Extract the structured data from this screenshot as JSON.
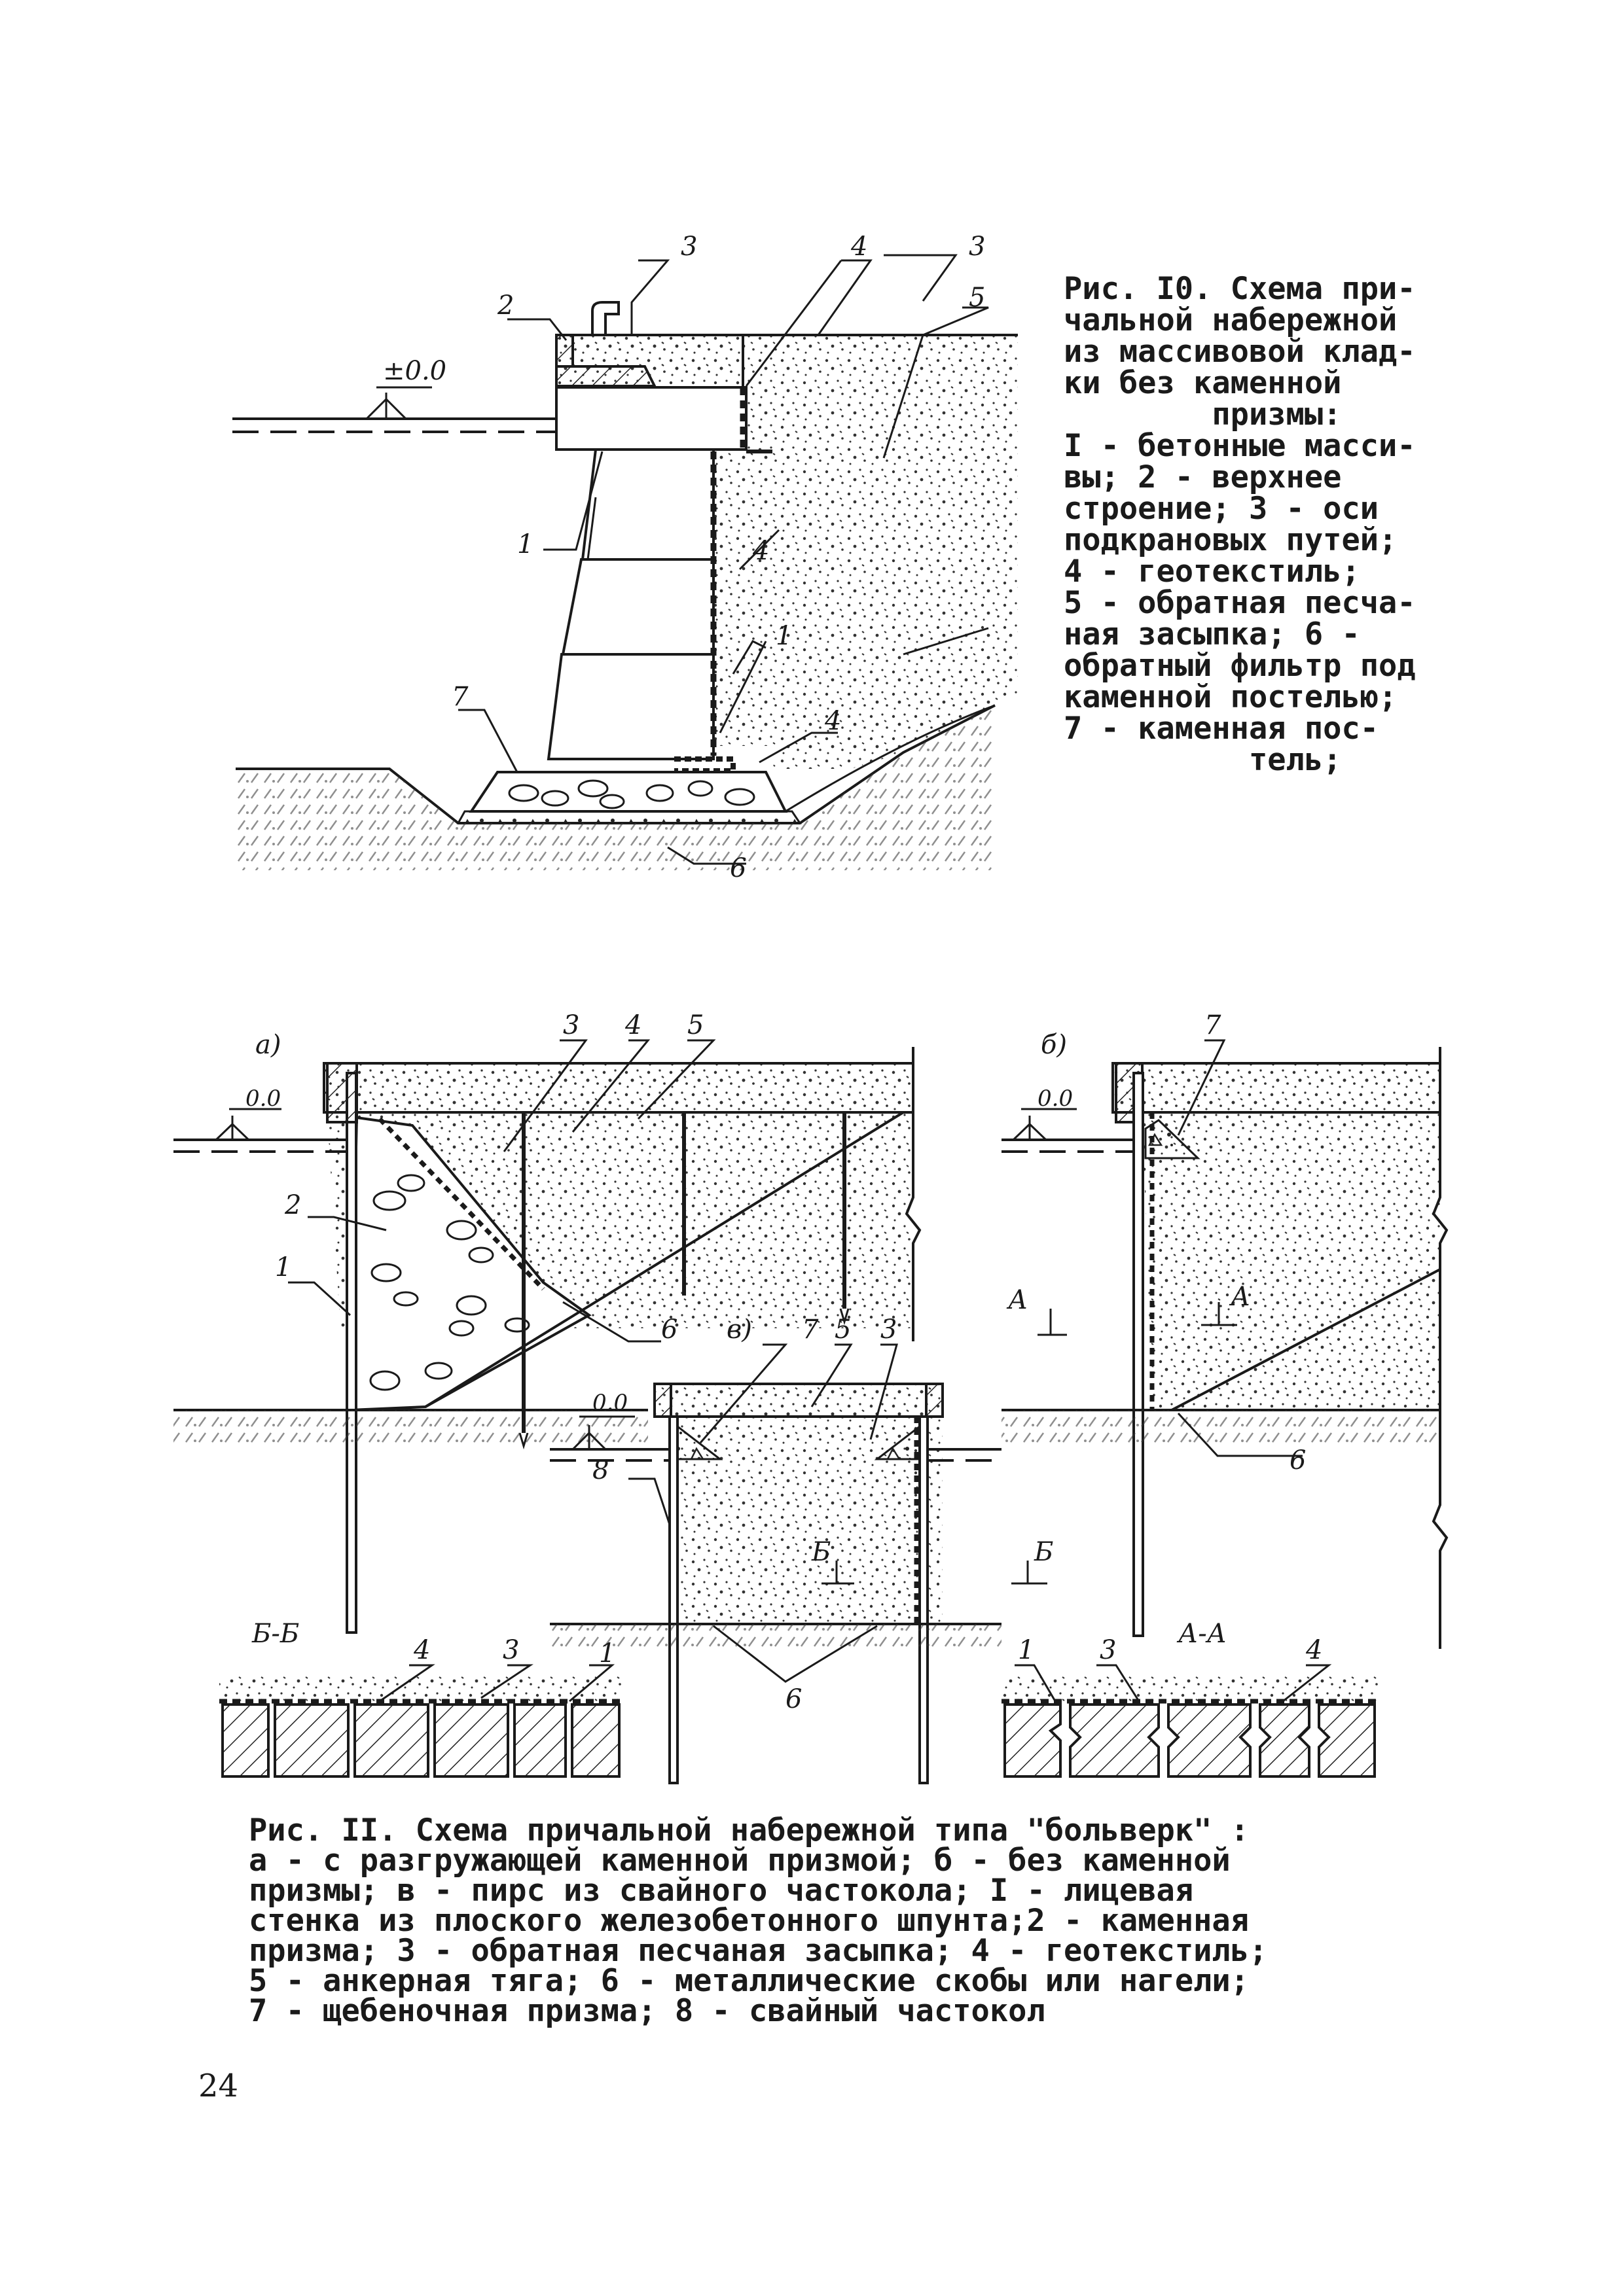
{
  "fig10": {
    "caption_lines": [
      "Рис. I0. Схема при-",
      "чальной набережной",
      "из массивовой клад-",
      "ки без каменной",
      "        призмы:",
      "I - бетонные масси-",
      "вы; 2 - верхнее",
      "строение; 3 - оси",
      "подкрановых путей;",
      "4 - геотекстиль;",
      "5 - обратная песча-",
      "ная засыпка; 6 -",
      "обратный фильтр под",
      "каменной постелью;",
      "7 - каменная пос-",
      "          тель;"
    ],
    "labels": {
      "l1": "1",
      "l2": "2",
      "l3a": "3",
      "l3b": "3",
      "l4a": "4",
      "l4b": "4",
      "l4c": "4",
      "l5": "5",
      "l6": "6",
      "l7": "7",
      "l1b": "1",
      "level": "±0.0"
    }
  },
  "fig11": {
    "caption_lines": [
      "Рис. II. Схема причальной набережной типа \"больверк\" :",
      "а - с разгружающей каменной призмой; б - без каменной",
      "призмы; в - пирс из свайного частокола; I - лицевая",
      "стенка из плоского железобетонного шпунта;2 - каменная",
      "призма; 3 - обратная песчаная засыпка; 4 - геотекстиль;",
      "5 - анкерная тяга; 6 - металлические скобы или нагели;",
      "7 - щебеночная призма; 8 - свайный частокол"
    ],
    "labels": {
      "a": "а)",
      "b": "б)",
      "v": "в)",
      "a1": "1",
      "a2": "2",
      "a3": "3",
      "a4": "4",
      "a5": "5",
      "a6": "6",
      "b7": "7",
      "b6": "6",
      "v7": "7",
      "v5": "5",
      "v3": "3",
      "v8": "8",
      "v6": "6",
      "lvl_a": "0.0",
      "lvl_b": "0.0",
      "lvl_v": "0.0",
      "secA": "А",
      "secA2": "А",
      "secB": "Б",
      "secB2": "Б",
      "secBB": "Б-Б",
      "secAA": "А-А",
      "bb4": "4",
      "bb3": "3",
      "bb1": "1",
      "aa1": "1",
      "aa3": "3",
      "aa4": "4"
    }
  },
  "page_number": "24"
}
